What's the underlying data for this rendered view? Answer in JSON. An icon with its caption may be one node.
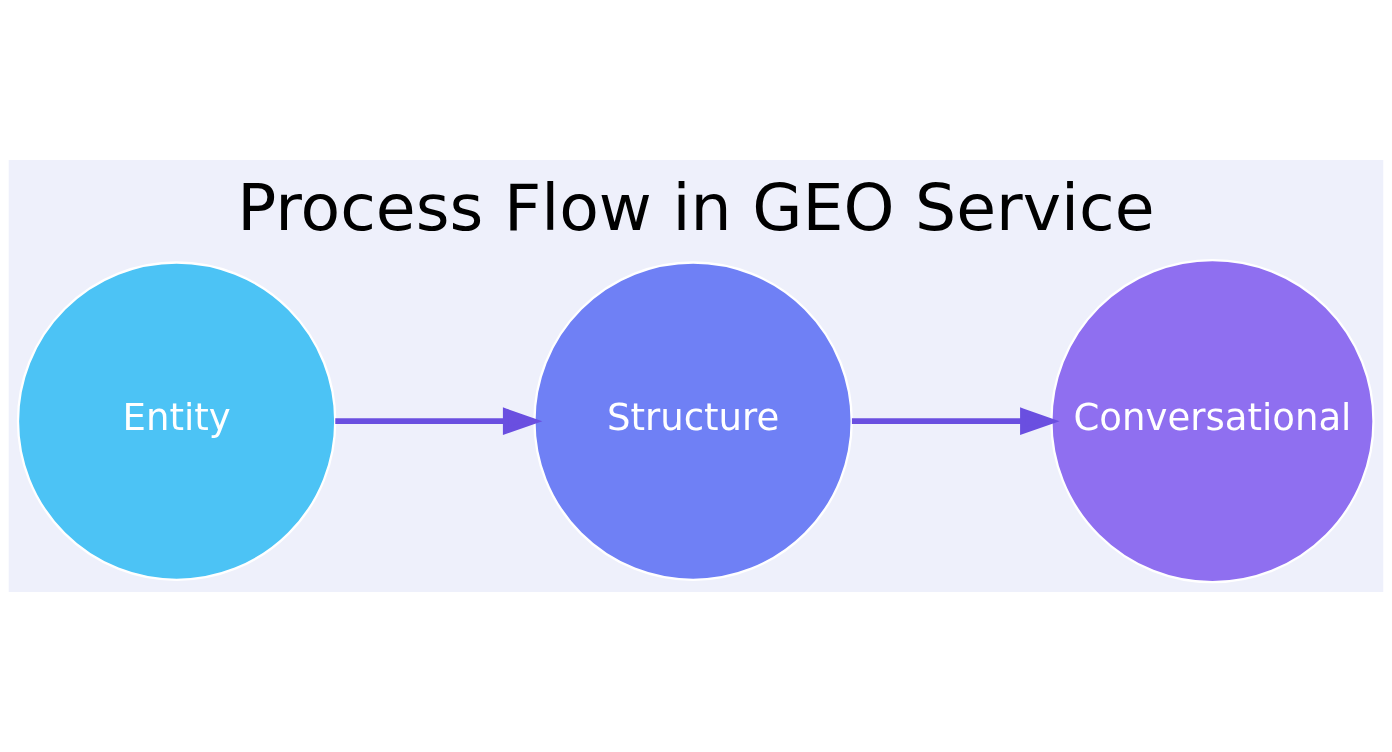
{
  "diagram": {
    "title": "Process Flow in GEO Service",
    "nodes": [
      {
        "text": [
          "Entity"
        ]
      },
      {
        "text": [
          "Structure"
        ]
      },
      {
        "text": [
          "Conversational"
        ]
      }
    ],
    "edges": [
      {
        "from": 0,
        "to": 1,
        "arrow": "to"
      },
      {
        "from": 1,
        "to": 2,
        "arrow": "to"
      }
    ]
  }
}
